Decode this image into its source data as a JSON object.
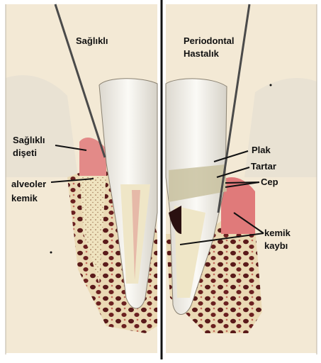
{
  "panels": {
    "left_title": "Sağlıklı",
    "right_title_line1": "Periodontal",
    "right_title_line2": "Hastalık"
  },
  "labels": {
    "healthy_gum_line1": "Sağlıklı",
    "healthy_gum_line2": "dişeti",
    "alveolar_bone_line1": "alveoler",
    "alveolar_bone_line2": "kemik",
    "plaque": "Plak",
    "tartar": "Tartar",
    "pocket": "Cep",
    "bone_loss_line1": "kemik",
    "bone_loss_line2": "kaybı"
  },
  "colors": {
    "background": "#ffffff",
    "panel_bg": "#f2e7d2",
    "enamel": "#f4f1ea",
    "dentin": "#efe6c7",
    "bone": "#ead9b4",
    "gum": "#e38a88",
    "marrow": "#5a1a1a",
    "divider": "#111111",
    "tartar": "#c9c2a0"
  }
}
